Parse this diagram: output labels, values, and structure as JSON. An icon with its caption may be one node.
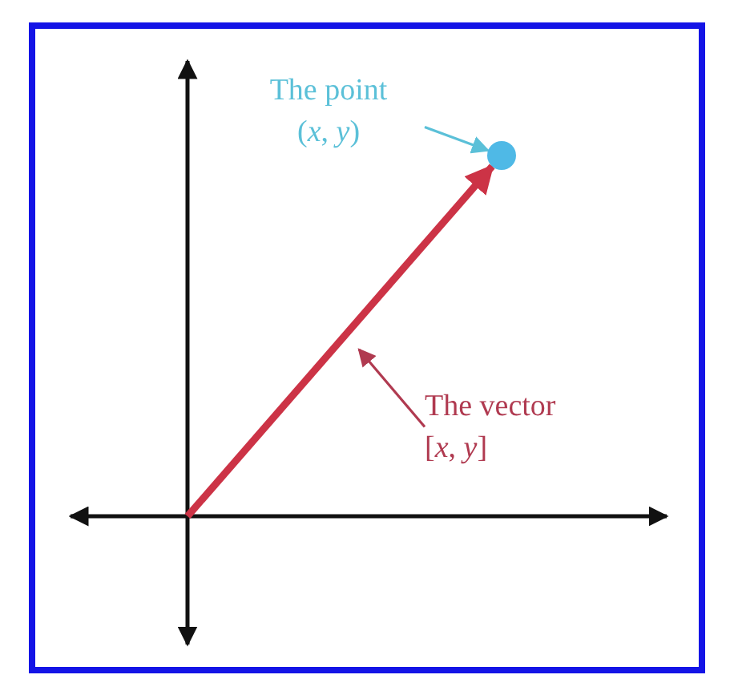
{
  "diagram": {
    "nodes": [
      {
        "text": [
          "The point",
          "(*x*, *y*)"
        ]
      },
      {
        "text": [],
        "shape": "circle"
      },
      {
        "text": [
          "The vector",
          "[*x*, *y*]"
        ]
      }
    ],
    "edges": [
      {
        "from": 0,
        "to": 1,
        "arrow": "to",
        "color": "#5bc0d8"
      },
      {
        "from": null,
        "to": 1,
        "arrow": "to",
        "style": "thick",
        "color": "#cc3346"
      },
      {
        "from": 2,
        "to": null,
        "arrow": "to",
        "color": "#b03a50"
      }
    ]
  }
}
